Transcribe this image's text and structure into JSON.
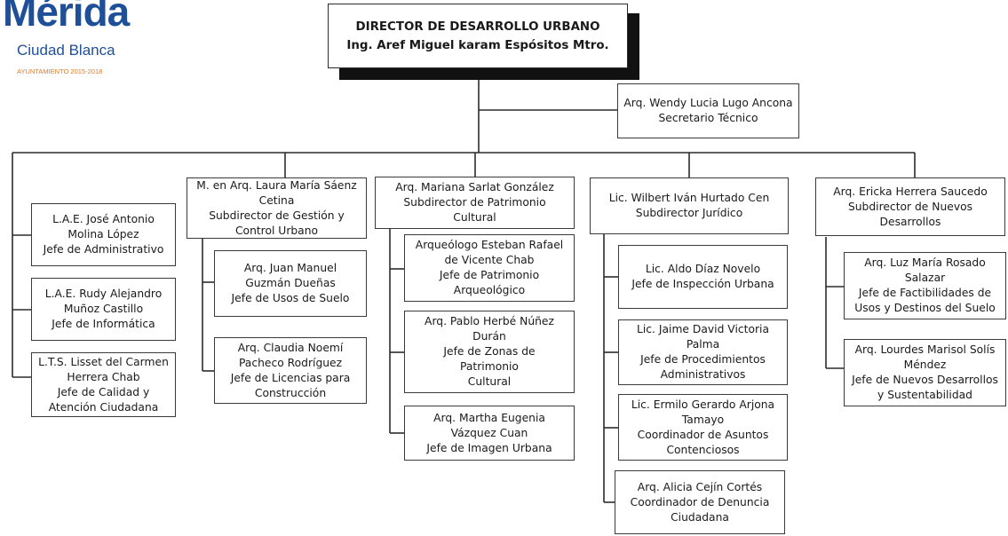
{
  "logo": {
    "name": "Mérida",
    "subtitle": "Ciudad Blanca",
    "tagline": "AYUNTAMIENTO 2015-2018"
  },
  "colors": {
    "brand_blue": "#1f4f98",
    "brand_orange": "#e07b2a",
    "line": "#2b2b2b"
  },
  "director": {
    "title": "DIRECTOR DE DESARROLLO URBANO",
    "name": "Ing. Aref Miguel karam Espósitos Mtro."
  },
  "secretary": {
    "lines": [
      "Arq. Wendy Lucia Lugo Ancona",
      "Secretario Técnico"
    ]
  },
  "admin_units": [
    {
      "lines": [
        "L.A.E. José Antonio",
        "Molina López",
        "Jefe de Administrativo"
      ]
    },
    {
      "lines": [
        "L.A.E. Rudy Alejandro",
        "Muñoz Castillo",
        "Jefe de Informática"
      ]
    },
    {
      "lines": [
        "L.T.S. Lisset del Carmen",
        "Herrera Chab",
        "Jefe de Calidad y",
        "Atención Ciudadana"
      ]
    }
  ],
  "subdirectorates": [
    {
      "head": [
        "M. en Arq. Laura María Sáenz",
        "Cetina",
        "Subdirector de Gestión y",
        "Control Urbano"
      ],
      "units": [
        [
          "Arq. Juan Manuel",
          "Guzmán Dueñas",
          "Jefe de Usos de Suelo"
        ],
        [
          "Arq. Claudia Noemí",
          "Pacheco Rodríguez",
          "Jefe de Licencias para",
          "Construcción"
        ]
      ]
    },
    {
      "head": [
        "Arq. Mariana Sarlat González",
        "Subdirector de Patrimonio",
        "Cultural"
      ],
      "units": [
        [
          "Arqueólogo Esteban Rafael",
          "de Vicente Chab",
          "Jefe de Patrimonio",
          "Arqueológico"
        ],
        [
          "Arq. Pablo Herbé Núñez",
          "Durán",
          "Jefe de Zonas de",
          "Patrimonio",
          "Cultural"
        ],
        [
          "Arq. Martha Eugenia",
          "Vázquez Cuan",
          "Jefe de Imagen Urbana"
        ]
      ]
    },
    {
      "head": [
        "Lic. Wilbert Iván Hurtado Cen",
        "Subdirector Jurídico"
      ],
      "units": [
        [
          "Lic. Aldo Díaz Novelo",
          "Jefe de Inspección Urbana"
        ],
        [
          "Lic. Jaime David Victoria",
          "Palma",
          "Jefe de Procedimientos",
          "Administrativos"
        ],
        [
          "Lic. Ermilo Gerardo Arjona",
          "Tamayo",
          "Coordinador de Asuntos",
          "Contenciosos"
        ],
        [
          "Arq. Alicia Cejín Cortés",
          "Coordinador de Denuncia",
          "Ciudadana"
        ]
      ]
    },
    {
      "head": [
        "Arq. Ericka Herrera Saucedo",
        "Subdirector de Nuevos",
        "Desarrollos"
      ],
      "units": [
        [
          "Arq. Luz María Rosado",
          "Salazar",
          "Jefe de Factibilidades de",
          "Usos y Destinos del Suelo"
        ],
        [
          "Arq. Lourdes Marisol Solís",
          "Méndez",
          "Jefe de Nuevos Desarrollos",
          "y Sustentabilidad"
        ]
      ]
    }
  ]
}
